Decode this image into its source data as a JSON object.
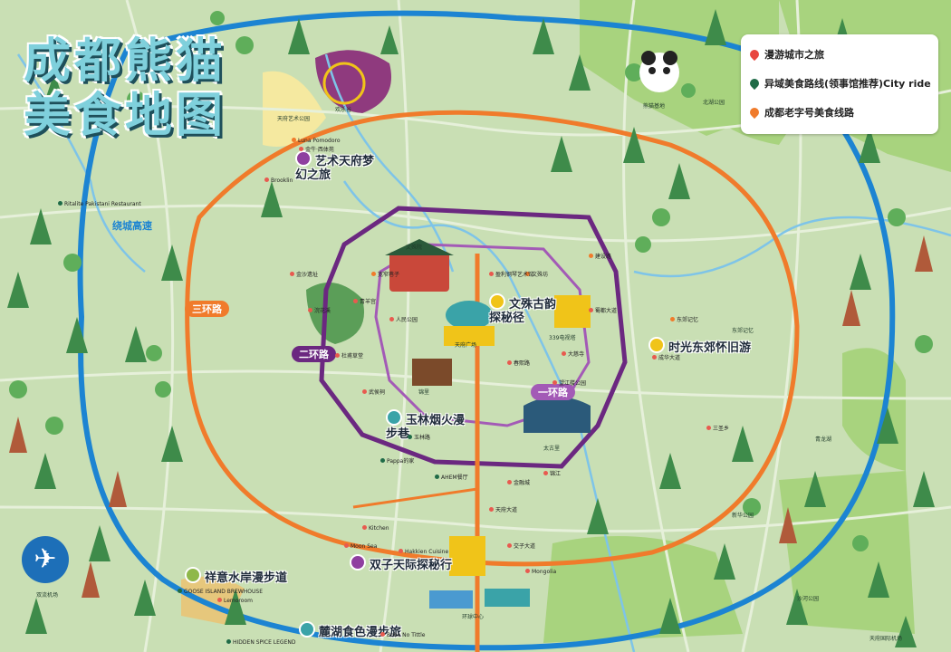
{
  "map_title": "成都熊猫美食地图",
  "legend": [
    {
      "label": "漫游城市之旅",
      "color": "#e8463f"
    },
    {
      "label": "异域美食路线(领事馆推荐)City ride",
      "color": "#1f6b47"
    },
    {
      "label": "成都老字号美食线路",
      "color": "#f07b2b"
    }
  ],
  "roads": {
    "ring_expressway": "绕城高速",
    "third_ring": "三环路",
    "second_ring": "二环路",
    "first_ring": "一环路"
  },
  "routes": [
    {
      "label": "艺术天府梦幻之旅",
      "color": "#8f3fa0"
    },
    {
      "label": "文殊古韵探秘径",
      "color": "#f0c419"
    },
    {
      "label": "时光东郊怀旧游",
      "color": "#f0c419"
    },
    {
      "label": "玉林烟火漫步巷",
      "color": "#3aa3a8"
    },
    {
      "label": "双子天际探秘行",
      "color": "#8f3fa0"
    },
    {
      "label": "祥意水岸漫步道",
      "color": "#8fb84a"
    },
    {
      "label": "麓湖食色漫步旅",
      "color": "#3aa3a8"
    }
  ],
  "pois": [
    "欢乐谷",
    "天府艺术公园",
    "熊猫基地",
    "北湖公园",
    "文殊院",
    "天府广场",
    "339电视塔",
    "太古里",
    "锦里",
    "环球中心",
    "双流机场",
    "天府国际机场",
    "东郊记忆",
    "青龙湖",
    "新华公园",
    "沙河公园",
    "Moon Sea",
    "Kitchen",
    "Hakkien Cuisine",
    "Boba No Tittle",
    "Lemoroom",
    "Mongolia",
    "Pappa的家",
    "AHEM餐厅",
    "HIDDEN SPICE LEGEND",
    "GOOSE ISLAND BREWHOUSE",
    "Brooklin",
    "Ritalite Pakistani Restaurant",
    "Luna Pomodoro",
    "金牛·西体苑"
  ],
  "sample_labels": [
    "文殊坊",
    "大慈寺",
    "人民公园",
    "春熙路",
    "宽窄巷子",
    "玉林路",
    "望江楼公园",
    "杜甫草堂",
    "武侯祠",
    "盈利钢琴艺术馆",
    "东郊记忆",
    "成华大道",
    "蜀都大道",
    "天府大道",
    "交子大道",
    "金融城",
    "锦江",
    "青羊宫",
    "金沙遗址",
    "浣花溪",
    "建设路",
    "三圣乡"
  ]
}
